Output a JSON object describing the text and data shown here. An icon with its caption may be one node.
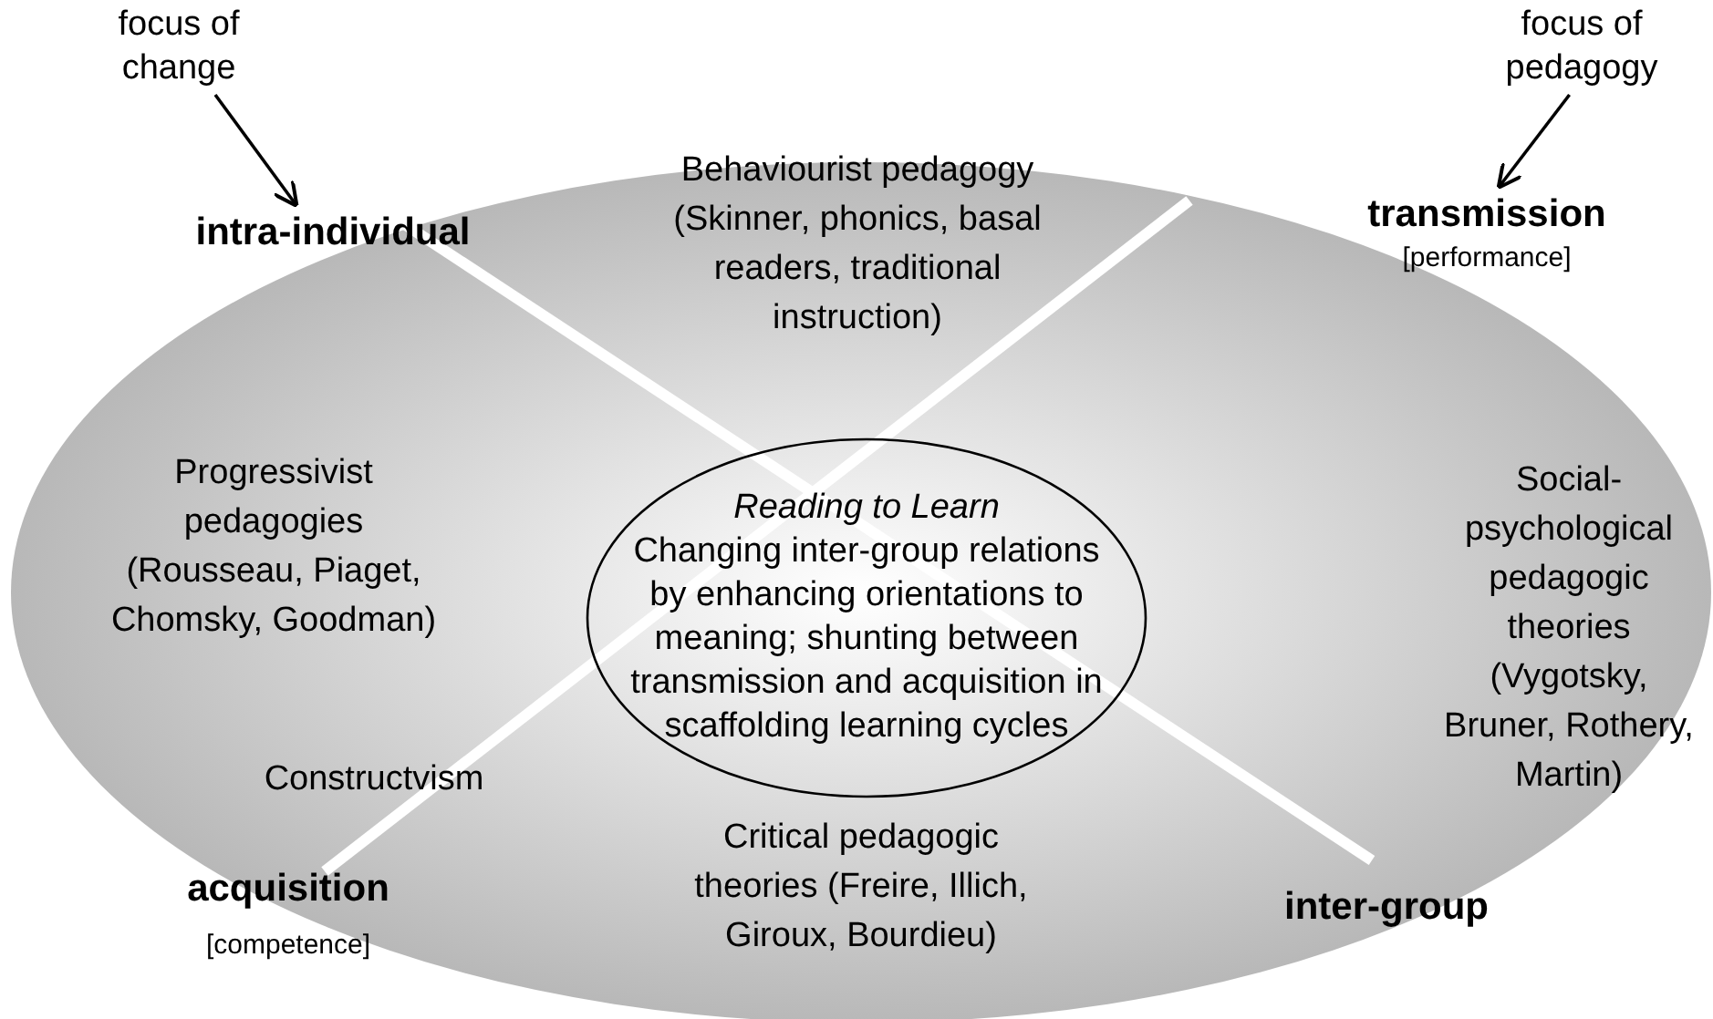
{
  "diagram": {
    "nodes": [
      {
        "text": [
          "focus of change"
        ]
      },
      {
        "text": [
          "intra-individual"
        ]
      },
      {
        "text": [
          "focus of pedagogy"
        ]
      },
      {
        "text": [
          "transmission",
          "[performance]"
        ]
      },
      {
        "text": [
          "Reading to Learn",
          "Changing inter-group relations by enhancing orientations to meaning; shunting between transmission and acquisition in scaffolding learning cycles"
        ]
      }
    ],
    "edges": [
      {
        "from": 0,
        "to": 1,
        "arrow": "to"
      },
      {
        "from": 2,
        "to": 3,
        "arrow": "to"
      }
    ],
    "labels": [
      "Behaviourist pedagogy (Skinner, phonics, basal readers, traditional instruction)",
      "Progressivist pedagogies (Rousseau, Piaget, Chomsky, Goodman)",
      "Social-psychological pedagogic theories (Vygotsky, Bruner, Rothery, Martin)",
      "Constructvism",
      "Critical pedagogic theories (Freire, Illich, Giroux, Bourdieu)",
      "acquisition",
      "[competence]",
      "inter-group"
    ]
  }
}
